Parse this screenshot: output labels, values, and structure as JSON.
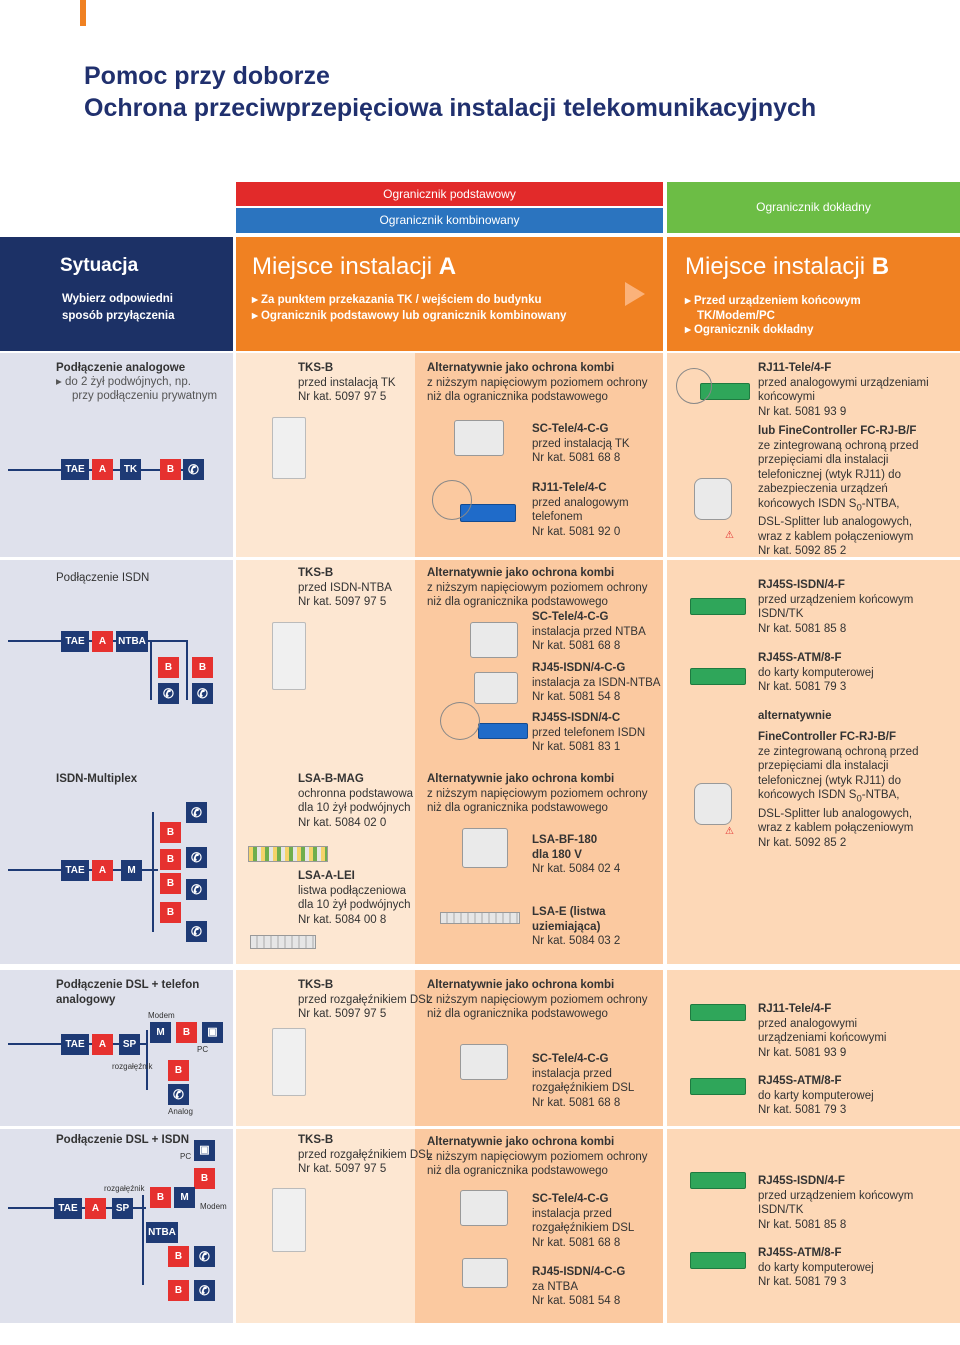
{
  "title": {
    "line1": "Pomoc przy doborze",
    "line2": "Ochrona przeciwprzepięciowa instalacji telekomunikacyjnych"
  },
  "bands": {
    "basic": "Ogranicznik podstawowy",
    "combined": "Ogranicznik kombinowany",
    "fine": "Ogranicznik dokładny"
  },
  "header": {
    "situation": "Sytuacja",
    "situation_sub1": "Wybierz odpowiedni",
    "situation_sub2": "sposób przyłączenia",
    "placeA_prefix": "Miejsce instalacji ",
    "placeA_letter": "A",
    "placeA_b1": "Za punktem przekazania TK / wejściem do budynku",
    "placeA_b2": "Ogranicznik podstawowy lub ogranicznik kombinowany",
    "placeB_prefix": "Miejsce instalacji ",
    "placeB_letter": "B",
    "placeB_b1": "Przed urządzeniem końcowym",
    "placeB_b1b": "TK/Modem/PC",
    "placeB_b2": "Ogranicznik dokładny"
  },
  "labels": {
    "tae": "TAE",
    "a": "A",
    "b": "B",
    "tk": "TK",
    "ntba": "NTBA",
    "m": "M",
    "sp": "SP",
    "modem": "Modem",
    "pc": "PC",
    "rozgaleznik": "rozgałęźnik",
    "analog": "Analog"
  },
  "alt_title": "Alternatywnie jako ochrona kombi",
  "alt_sub1": "z niższym napięciowym poziomem ochrony",
  "alt_sub2": "niż dla ogranicznika podstawowego",
  "rows": {
    "analog": {
      "title": "Podłączenie analogowe",
      "sub1": "do 2 żył podwójnych, np.",
      "sub2": "przy podłączeniu prywatnym",
      "basic": {
        "name": "TKS-B",
        "desc": "przed instalacją TK",
        "kat": "Nr kat. 5097 97 5"
      },
      "combo1": {
        "name": "SC-Tele/4-C-G",
        "desc": "przed instalacją TK",
        "kat": "Nr kat. 5081 68 8"
      },
      "combo2": {
        "name": "RJ11-Tele/4-C",
        "desc1": "przed analogowym",
        "desc2": "telefonem",
        "kat": "Nr kat. 5081 92 0"
      },
      "fine1": {
        "name": "RJ11-Tele/4-F",
        "desc1": "przed analogowymi urządzeniami",
        "desc2": "końcowymi",
        "kat": "Nr kat. 5081 93 9"
      },
      "fine2": {
        "name": "lub FineController FC-RJ-B/F",
        "l1": "ze zintegrowaną ochroną przed",
        "l2": "przepięciami dla instalacji",
        "l3": "telefonicznej (wtyk RJ11) do",
        "l4": "zabezpieczenia urządzeń",
        "l5": "końcowych ISDN S",
        "l5sub": "0",
        "l5end": "-NTBA,",
        "l6": "DSL-Splitter lub analogowych,",
        "l7": "wraz z kablem połączeniowym",
        "kat": "Nr kat. 5092 85 2"
      }
    },
    "isdn": {
      "title": "Podłączenie ISDN",
      "basic": {
        "name": "TKS-B",
        "desc": "przed ISDN-NTBA",
        "kat": "Nr kat. 5097 97 5"
      },
      "combo1": {
        "name": "SC-Tele/4-C-G",
        "desc": "instalacja przed NTBA",
        "kat": "Nr kat. 5081 68 8"
      },
      "combo2": {
        "name": "RJ45-ISDN/4-C-G",
        "desc": "instalacja za ISDN-NTBA",
        "kat": "Nr kat. 5081 54 8"
      },
      "combo3": {
        "name": "RJ45S-ISDN/4-C",
        "desc": "przed telefonem ISDN",
        "kat": "Nr kat. 5081 83 1"
      },
      "fine1": {
        "name": "RJ45S-ISDN/4-F",
        "desc1": "przed urządzeniem końcowym",
        "desc2": "ISDN/TK",
        "kat": "Nr kat. 5081 85 8"
      },
      "fine2": {
        "name": "RJ45S-ATM/8-F",
        "desc": "do karty komputerowej",
        "kat": "Nr kat. 5081 79 3"
      },
      "fine3": {
        "name": "alternatywnie"
      },
      "fine4": {
        "name": "FineController FC-RJ-B/F",
        "l1": "ze zintegrowaną ochroną przed",
        "l2": "przepięciami dla instalacji",
        "l3": "telefonicznej (wtyk RJ11) do",
        "l4": "końcowych ISDN S",
        "l4sub": "0",
        "l4end": "-NTBA,",
        "l5": "DSL-Splitter lub analogowych,",
        "l6": "wraz z kablem połączeniowym",
        "kat": "Nr kat. 5092 85 2"
      }
    },
    "multiplex": {
      "title": "ISDN-Multiplex",
      "basic1": {
        "name": "LSA-B-MAG",
        "d1": "ochronna podstawowa",
        "d2": "dla 10 żył podwójnych",
        "kat": "Nr kat. 5084 02 0"
      },
      "basic2": {
        "name": "LSA-A-LEI",
        "d1": "listwa podłączeniowa",
        "d2": "dla 10 żył podwójnych",
        "kat": "Nr kat. 5084 00 8"
      },
      "combo1": {
        "name": "LSA-BF-180",
        "desc": "dla 180 V",
        "kat": "Nr kat. 5084 02 4"
      },
      "combo2": {
        "name": "LSA-E (listwa",
        "name2": "uziemiająca)",
        "kat": "Nr kat. 5084 03 2"
      }
    },
    "dsl_analog": {
      "title1": "Podłączenie DSL + telefon",
      "title2": "analogowy",
      "basic": {
        "name": "TKS-B",
        "desc": "przed rozgałęźnikiem DSL",
        "kat": "Nr kat. 5097 97 5"
      },
      "combo1": {
        "name": "SC-Tele/4-C-G",
        "d1": "instalacja przed",
        "d2": "rozgałęźnikiem DSL",
        "kat": "Nr kat. 5081 68 8"
      },
      "fine1": {
        "name": "RJ11-Tele/4-F",
        "d1": "przed analogowymi",
        "d2": "urządzeniami końcowymi",
        "kat": "Nr kat. 5081 93 9"
      },
      "fine2": {
        "name": "RJ45S-ATM/8-F",
        "desc": "do karty komputerowej",
        "kat": "Nr kat. 5081 79 3"
      }
    },
    "dsl_isdn": {
      "title": "Podłączenie DSL + ISDN",
      "basic": {
        "name": "TKS-B",
        "desc": "przed rozgałęźnikiem DSL",
        "kat": "Nr kat. 5097 97 5"
      },
      "combo1": {
        "name": "SC-Tele/4-C-G",
        "d1": "instalacja przed",
        "d2": "rozgałęźnikiem DSL",
        "kat": "Nr kat. 5081 68 8"
      },
      "combo2": {
        "name": "RJ45-ISDN/4-C-G",
        "desc": "za NTBA",
        "kat": "Nr kat. 5081 54 8"
      },
      "fine1": {
        "name": "RJ45S-ISDN/4-F",
        "d1": "przed urządzeniem końcowym",
        "d2": "ISDN/TK",
        "kat": "Nr kat. 5081 85 8"
      },
      "fine2": {
        "name": "RJ45S-ATM/8-F",
        "desc": "do karty komputerowej",
        "kat": "Nr kat. 5081 79 3"
      }
    }
  },
  "colors": {
    "navy": "#1c3166",
    "orange": "#f08122",
    "red": "#e22a2a",
    "blue": "#2b74bf",
    "green": "#6cbd45"
  }
}
